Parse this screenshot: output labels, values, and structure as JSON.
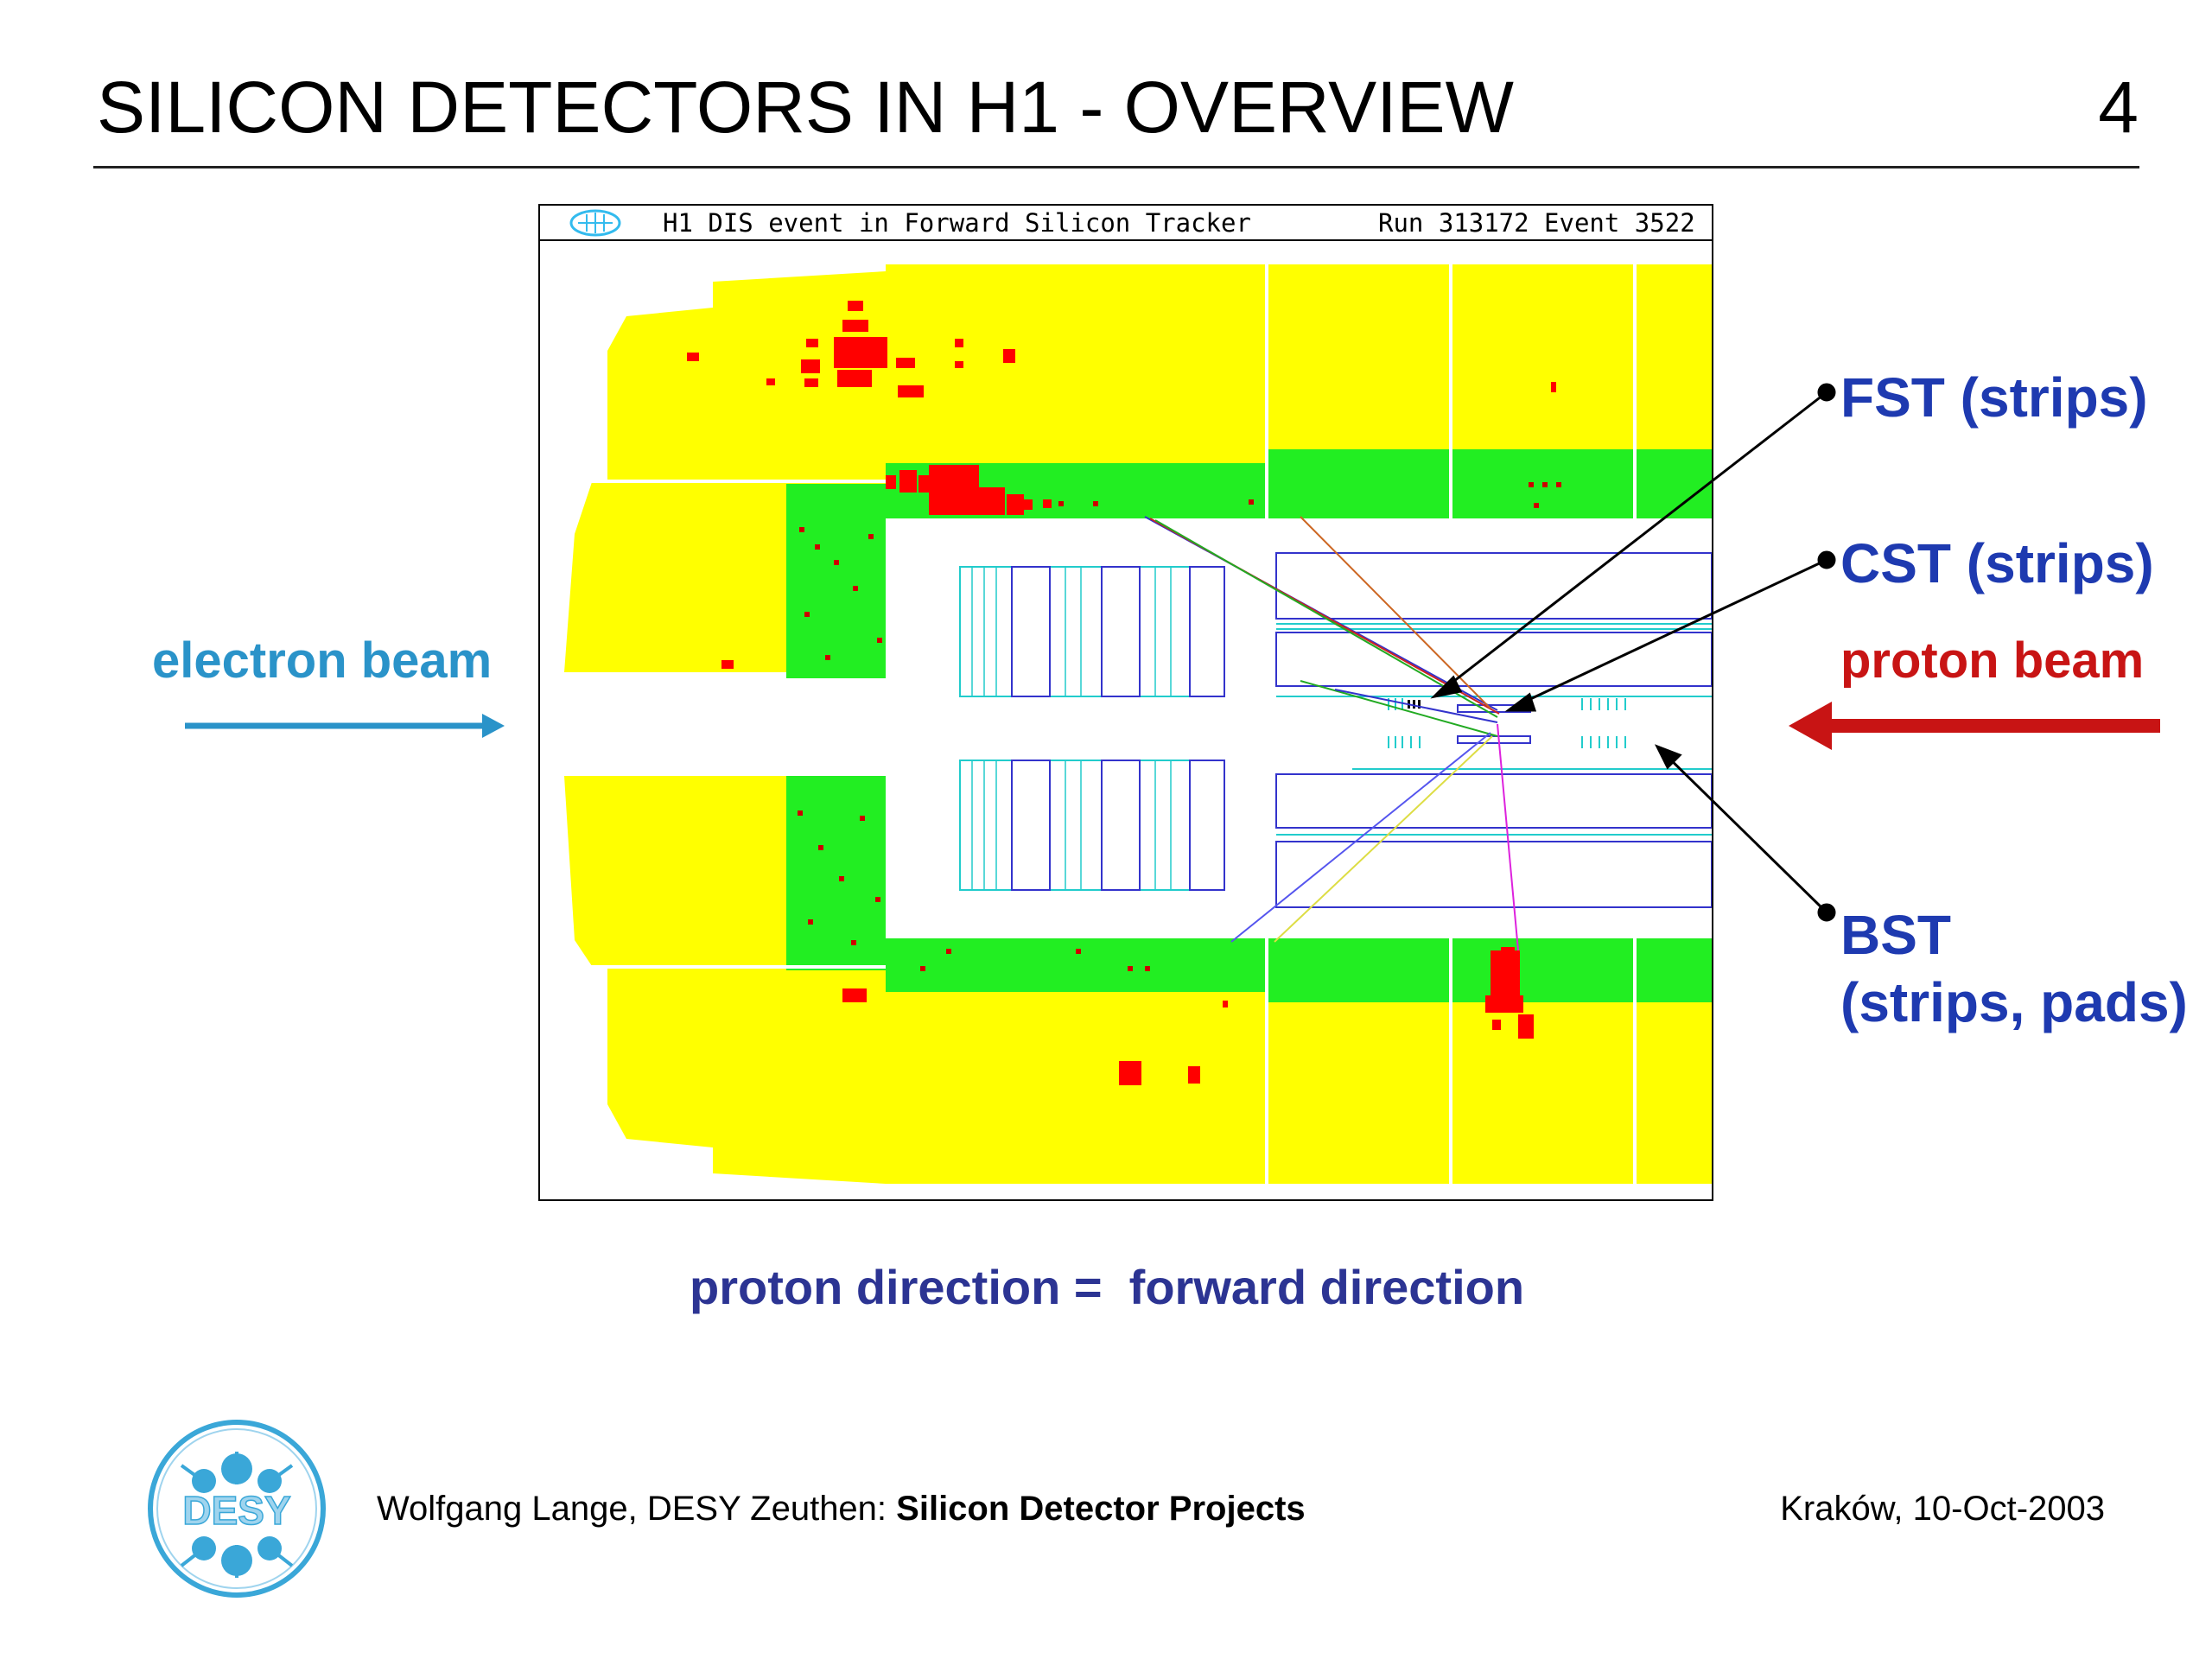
{
  "slide": {
    "title": "SILICON DETECTORS IN H1 - OVERVIEW",
    "number": "4"
  },
  "event_display": {
    "header_left": "H1 DIS event  in Forward Silicon Tracker",
    "header_right": "Run 313172  Event 3522",
    "colors": {
      "calorimeter": "#ffff00",
      "calorimeter_inner": "#22ee22",
      "energy_deposit": "#ff0000",
      "tracker_outline": "#3333cc",
      "tracker_light": "#22cccc"
    }
  },
  "labels": {
    "electron_beam": "electron beam",
    "proton_beam": "proton beam",
    "fst": "FST (strips)",
    "cst": "CST (strips)",
    "bst_line1": "BST",
    "bst_line2": "(strips, pads)"
  },
  "caption": "proton direction =  forward direction",
  "footer": {
    "author": "Wolfgang Lange, DESY Zeuthen: ",
    "project": "Silicon Detector Projects",
    "date": "Kraków, 10-Oct-2003",
    "logo_text": "DESY"
  },
  "colors": {
    "electron": "#2a93c9",
    "proton": "#c81414",
    "label_blue": "#1e3ab0",
    "caption": "#2c3493",
    "desy_logo": "#3aa7d8"
  }
}
